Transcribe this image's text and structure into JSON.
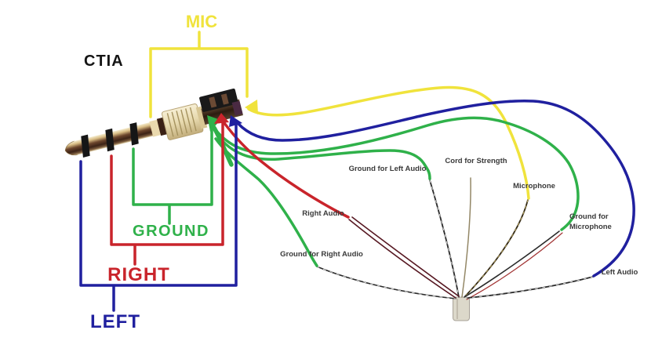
{
  "title": "CTIA",
  "connector_labels": {
    "mic": "MIC",
    "ground": "GROUND",
    "right": "RIGHT",
    "left": "LEFT"
  },
  "wire_labels": {
    "ground_left_audio": "Ground for Left Audio",
    "cord_strength": "Cord for Strength",
    "microphone": "Microphone",
    "ground_microphone_line1": "Ground for",
    "ground_microphone_line2": "Microphone",
    "left_audio": "Left Audio",
    "right_audio": "Right Audio",
    "ground_right_audio": "Ground for Right Audio"
  },
  "colors": {
    "mic_yellow": "#f0e33c",
    "ground_green": "#2fb14a",
    "right_red": "#c9242b",
    "left_blue": "#20209f",
    "cable_black": "#2a2a2a",
    "small_label_text": "#3a3a3a",
    "title_text": "#141414"
  }
}
